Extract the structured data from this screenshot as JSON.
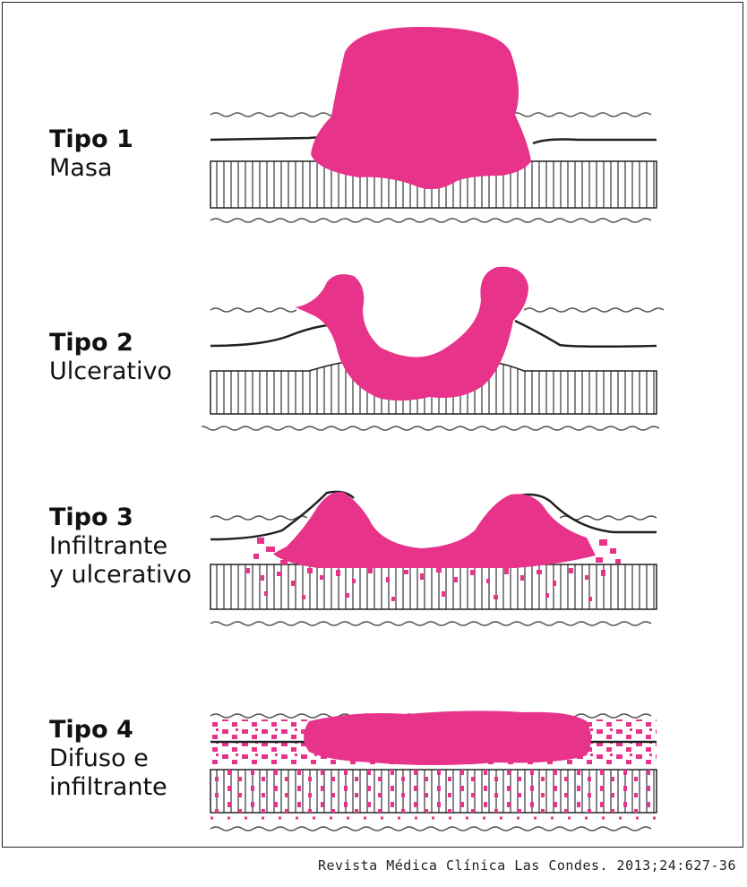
{
  "diagram": {
    "tumor_color": "#e8338b",
    "line_color": "#222222",
    "types": [
      {
        "title": "Tipo 1",
        "description_lines": [
          "Masa"
        ]
      },
      {
        "title": "Tipo 2",
        "description_lines": [
          "Ulcerativo"
        ]
      },
      {
        "title": "Tipo 3",
        "description_lines": [
          "Infiltrante",
          "y ulcerativo"
        ]
      },
      {
        "title": "Tipo 4",
        "description_lines": [
          "Difuso e",
          "infiltrante"
        ]
      }
    ]
  },
  "citation": "Revista Médica Clínica Las Condes. 2013;24:627-36"
}
